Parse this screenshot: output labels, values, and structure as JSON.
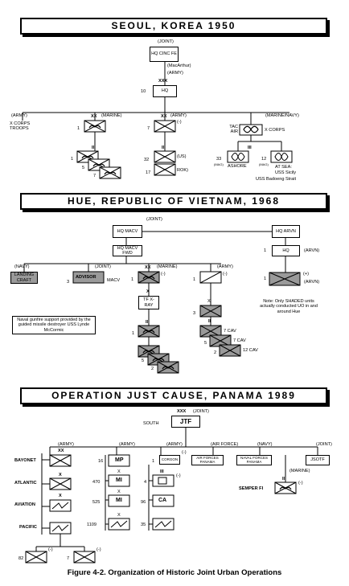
{
  "section_titles": {
    "seoul": "SEOUL, KOREA 1950",
    "hue": "HUE, REPUBLIC OF VIETNAM, 1968",
    "panama": "OPERATION JUST CAUSE, PANAMA 1989"
  },
  "seoul": {
    "joint": "(JOINT)",
    "hq_cincfe": "HQ CINC FE",
    "macarthur": "(MacArthur)",
    "army_top": "(ARMY)",
    "xxx": "XXX",
    "num_10": "10",
    "hq_label": "HQ",
    "army_left": "(ARMY)",
    "xcorps_troops": "X CORPS TROOPS",
    "marine": "(MARINE)",
    "xx1": "XX",
    "num_1a": "1",
    "army_mid": "(ARMY)",
    "xx_mid": "XX",
    "minus_mid": "(-)",
    "num_7": "7",
    "marine_navy": "(MARINE/NAVY)",
    "tac_air": "TAC AIR",
    "x_corps": "X CORPS",
    "iii_a": "III",
    "iii_b": "III",
    "iii_c": "III",
    "num_1b": "1",
    "num_5": "5",
    "num_7b": "7",
    "num_32": "32",
    "us": "(US)",
    "num_17": "17",
    "rok": "ROK)",
    "num_33": "33",
    "mag_a": "(MAG)",
    "ashore": "ASHORE",
    "num_12": "12",
    "mag_b": "(MAG)",
    "at_sea": "AT SEA:",
    "uss_sicily": "USS Sicily",
    "uss_badoeng": "USS Badoeng Strait"
  },
  "hue": {
    "joint": "(JOINT)",
    "hq_macv": "HQ MACV",
    "hq_macv_fwd": "HQ MACV FWD",
    "hq_arvn": "HQ ARVN",
    "hq_arvn2": "HQ",
    "arvn_a": "(ARVN)",
    "arvn_b": "(ARVN)",
    "navy": "(NAVY)",
    "landing_craft": "LANDING CRAFT",
    "joint_b": "(JOINT)",
    "advisor": "ADVISOR",
    "num_3": "3",
    "macv": "MACV",
    "marine": "(MARINE)",
    "xx": "XX",
    "minus_a": "(-)",
    "army": "(ARMY)",
    "minus_b": "(-)",
    "num_1a": "1",
    "num_1b": "1",
    "num_1c": "1",
    "num_1d": "1",
    "plus": "(+)",
    "tf_xray": "TF X-RAY",
    "x_a": "X",
    "iii_a": "III",
    "num_1e": "1",
    "num_5": "5",
    "num_2a": "2",
    "x_b": "X",
    "num_3b": "3",
    "ii": "II",
    "cav_7a": "7 CAV",
    "num_5b": "5",
    "cav_7b": "7 CAV",
    "num_2b": "2",
    "cav_12": "12 CAV",
    "naval_note": "Naval gunfire support provided by the guided missile destroyer USS Lynde McCormic",
    "shaded_note": "Note: Only SHADED units actually conducted UO in and around Hue"
  },
  "panama": {
    "xxx": "XXX",
    "joint": "(JOINT)",
    "south": "SOUTH",
    "jtf": "JTF",
    "army_a": "(ARMY)",
    "army_b": "(ARMY)",
    "army_c": "(ARMY)",
    "air_force": "(AIR FORCE)",
    "navy": "(NAVY)",
    "joint_b": "(JOINT)",
    "bayonet": "BAYONET",
    "mp": "MP",
    "num_16": "16",
    "corgon": "CORGON",
    "num_1": "1",
    "air_forces_panama": "AIR FORCES PANAMA",
    "naval_forces_panama": "NAVAL FORCES PANAMA",
    "jsotf": "JSOTF",
    "minus_a": "(-)",
    "atlantic": "ATLANTIC",
    "mi_a": "MI",
    "num_470": "470",
    "num_4": "4",
    "minus_b": "(-)",
    "marine": "(MARINE)",
    "aviation": "AVIATION",
    "mi_b": "MI",
    "num_525": "525",
    "ca": "CA",
    "num_96": "96",
    "semper_fi": "SEMPER FI",
    "minus_c": "(-)",
    "pacific": "PACIFIC",
    "num_1109": "1109",
    "num_35": "35",
    "num_82": "82",
    "num_7": "7",
    "minus_d": "(-)",
    "minus_e": "(-)",
    "x_a": "X",
    "x_b": "X",
    "x_c": "X",
    "x_d": "X",
    "x_e": "X",
    "xx_a": "XX",
    "iii": "III",
    "ii": "II"
  },
  "caption": "Figure 4-2. Organization of Historic Joint Urban Operations"
}
